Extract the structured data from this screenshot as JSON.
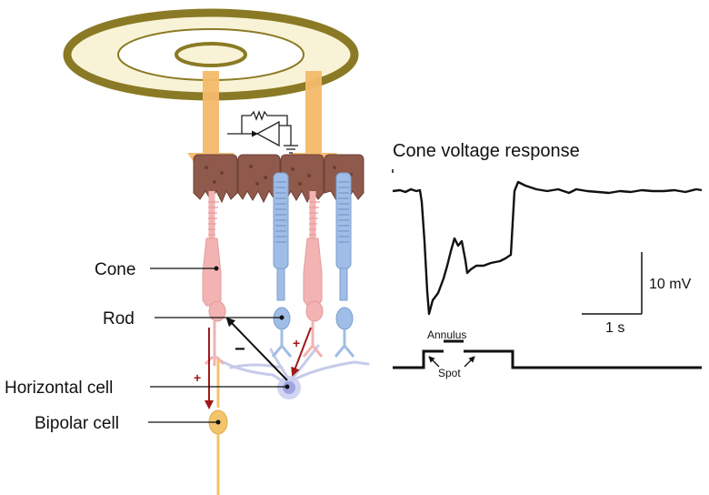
{
  "figure": {
    "trace_title": "Cone voltage response",
    "labels": {
      "cone": "Cone",
      "rod": "Rod",
      "horizontal_cell": "Horizontal cell",
      "bipolar_cell": "Bipolar cell"
    },
    "signs": {
      "minus": "−",
      "plus_left": "+",
      "plus_right": "+"
    },
    "scale_bar": {
      "voltage": "10 mV",
      "time": "1 s"
    },
    "stimulus": {
      "annulus": "Annulus",
      "spot": "Spot"
    }
  },
  "colors": {
    "stimulus_ring": "#8b7a25",
    "stimulus_fill": "#f8f3d6",
    "light_arrow": "#f4b96a",
    "pigment_epithelium": "#8f5a4b",
    "cone": "#f3b3b3",
    "rod": "#9fbde6",
    "horizontal_cell": "#aeb4e6",
    "bipolar_cell": "#f2c46b",
    "synapse_arrow": "#a01818"
  }
}
